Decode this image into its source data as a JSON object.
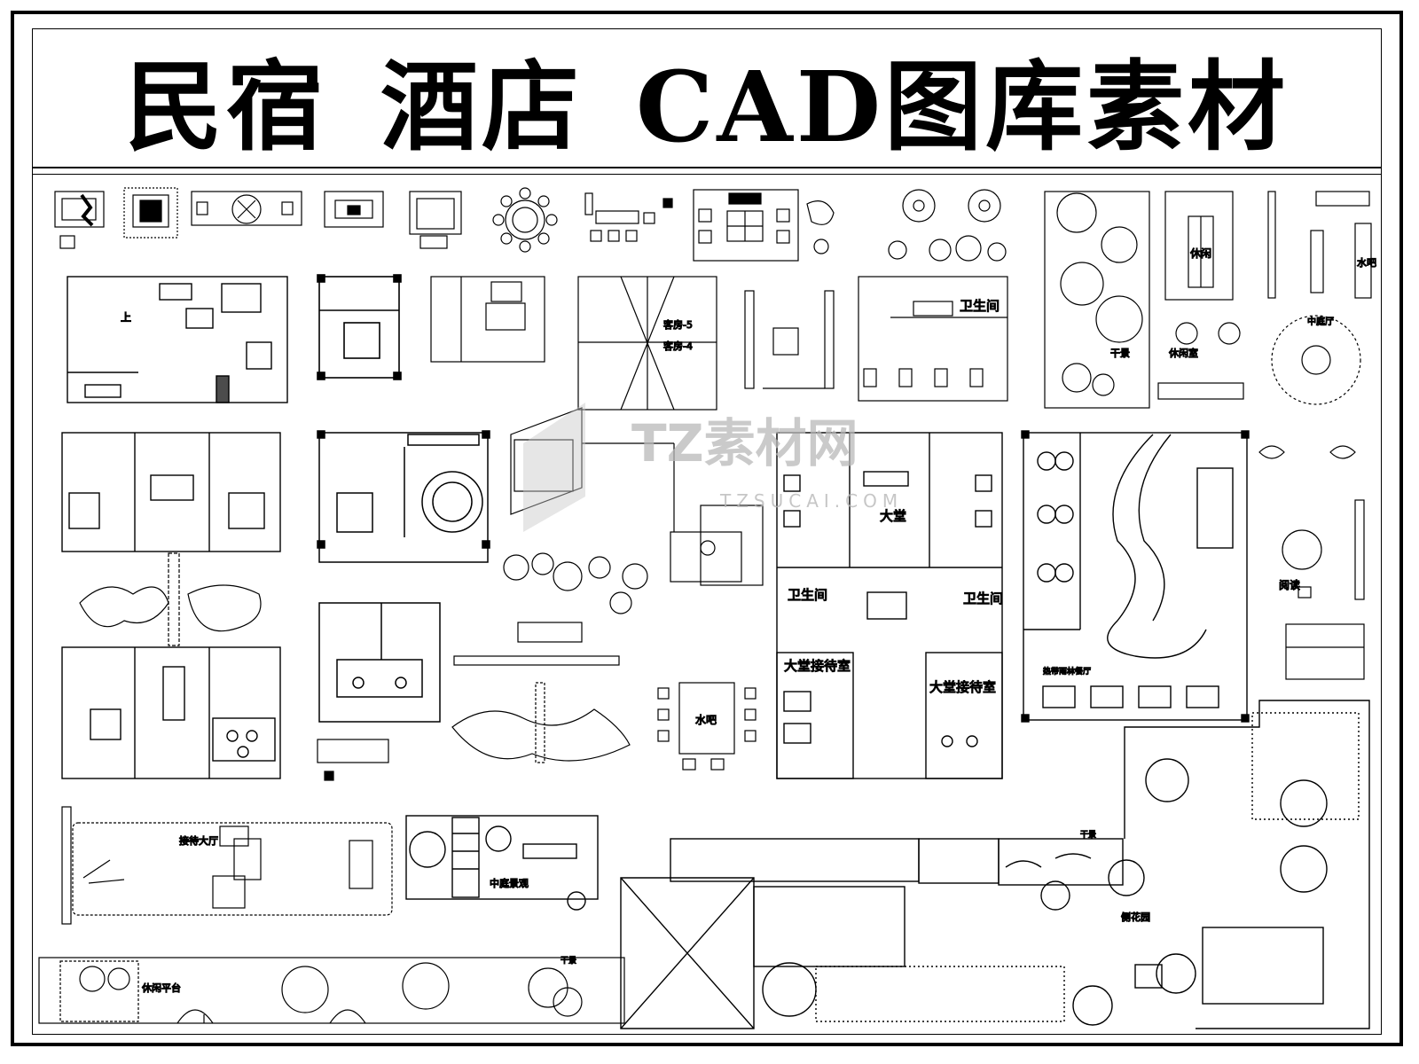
{
  "title": {
    "part1": "民宿",
    "part2": "酒店",
    "part3": "CAD图库素材"
  },
  "watermark": {
    "brand": "TZ素材网",
    "url": "TZSUCAI.COM",
    "color": "#b8b8b8"
  },
  "labels": {
    "bathroom": "卫生间",
    "leisure": "休闲",
    "water_bar": "水吧",
    "guest_room_5": "客房-5",
    "guest_room_4": "客房-4",
    "dry_scape_1": "干景",
    "leisure_room": "休闲室",
    "courtyard_hall": "中庭厅",
    "up": "上",
    "lobby": "大堂",
    "bathroom_left": "卫生间",
    "bathroom_right": "卫生间",
    "reading": "阅读",
    "lobby_reception_left": "大堂接待室",
    "lobby_reception_right": "大堂接待室",
    "water_bar_2": "水吧",
    "rainforest_restaurant": "热带雨林餐厅",
    "reception_hall": "接待大厅",
    "courtyard_landscape": "中庭景观",
    "dry_scape_2": "干景",
    "dry_scape_3": "干景",
    "side_garden": "侧花园",
    "leisure_terrace": "休闲平台"
  }
}
